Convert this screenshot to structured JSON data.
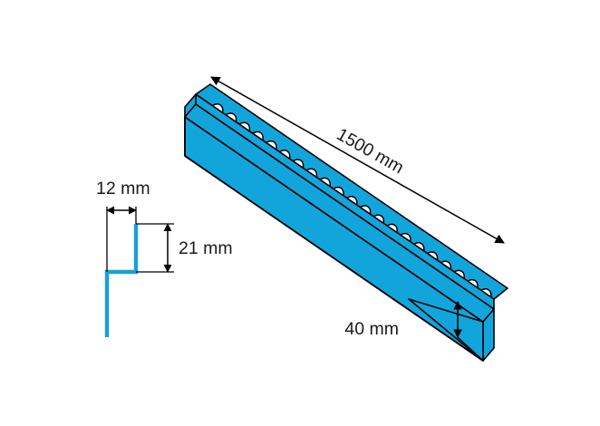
{
  "drawing": {
    "title": "Perforated J-profile render stop bead",
    "background_color": "#ffffff",
    "body_color": "#12a5dc",
    "line_color": "#000000",
    "text_color": "#1a1a1a",
    "profile_line_color": "#1b9fd8"
  },
  "dimensions": {
    "length": {
      "value": "1500 mm",
      "orientation": "diagonal",
      "arrows": "both-ends"
    },
    "width": {
      "value": "12 mm",
      "orientation": "horizontal",
      "arrows": "both-ends"
    },
    "height": {
      "value": "21 mm",
      "orientation": "vertical",
      "arrows": "both-ends"
    },
    "depth": {
      "value": "40 mm",
      "orientation": "vertical",
      "arrows": "both-ends"
    }
  },
  "perforation": {
    "shape": "ellipse",
    "count": 21,
    "fill": "#ffffff"
  },
  "views": {
    "isometric_label": "isometric-view",
    "section_label": "cross-section-view"
  }
}
